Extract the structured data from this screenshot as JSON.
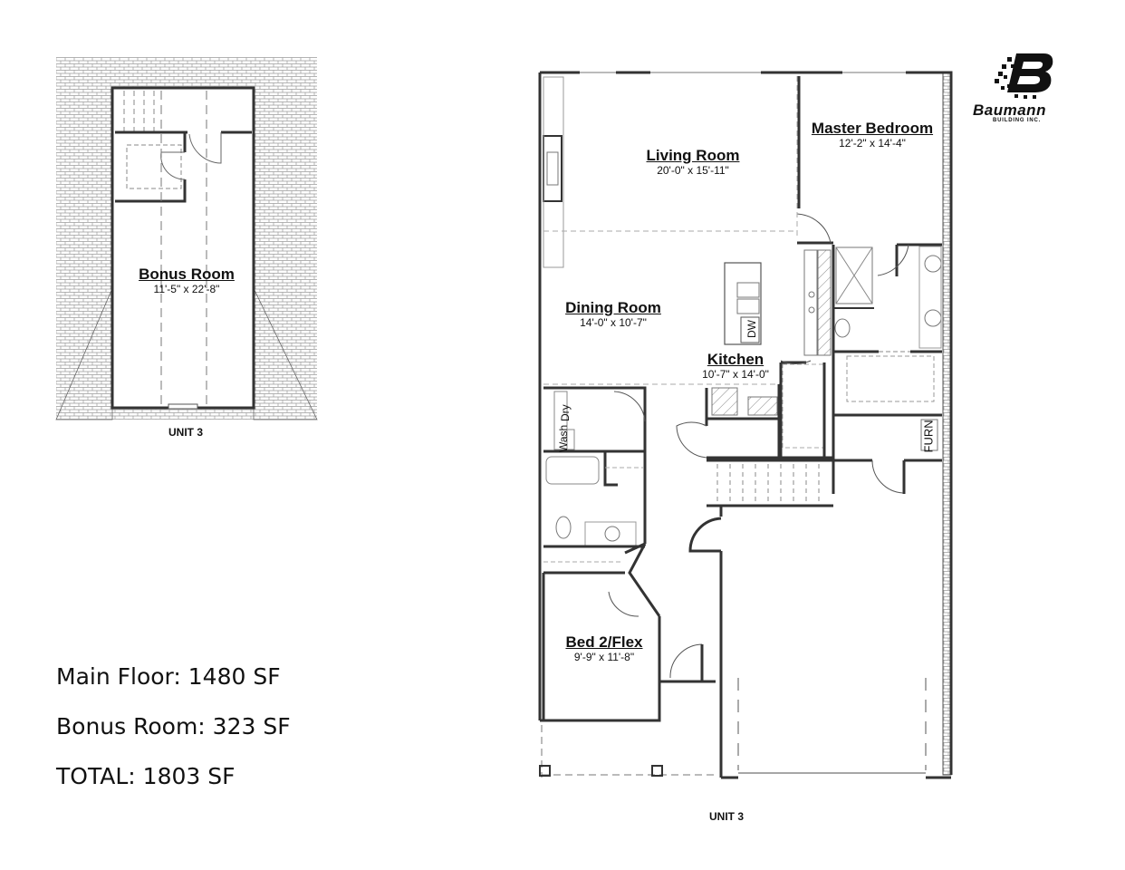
{
  "logo": {
    "mark": "B",
    "name": "Baumann",
    "subtitle": "BUILDING INC."
  },
  "bonus_floor": {
    "unit_label": "UNIT 3",
    "rooms": [
      {
        "name": "Bonus Room",
        "dims": "11'-5\" x 22'-8\""
      }
    ]
  },
  "main_floor": {
    "unit_label": "UNIT 3",
    "rooms": [
      {
        "name": "Living Room",
        "dims": "20'-0\" x 15'-11\""
      },
      {
        "name": "Master Bedroom",
        "dims": "12'-2\" x 14'-4\""
      },
      {
        "name": "Dining Room",
        "dims": "14'-0\" x 10'-7\""
      },
      {
        "name": "Kitchen",
        "dims": "10'-7\" x 14'-0\""
      },
      {
        "name": "Bed 2/Flex",
        "dims": "9'-9\" x 11'-8\""
      }
    ],
    "fixtures": {
      "dishwasher": "DW",
      "washer": "Wash",
      "dryer": "Dry",
      "furnace": "FURN"
    }
  },
  "square_footage": [
    {
      "label": "Main Floor: 1480 SF"
    },
    {
      "label": "Bonus Room: 323 SF"
    },
    {
      "label": "TOTAL: 1803 SF"
    }
  ]
}
